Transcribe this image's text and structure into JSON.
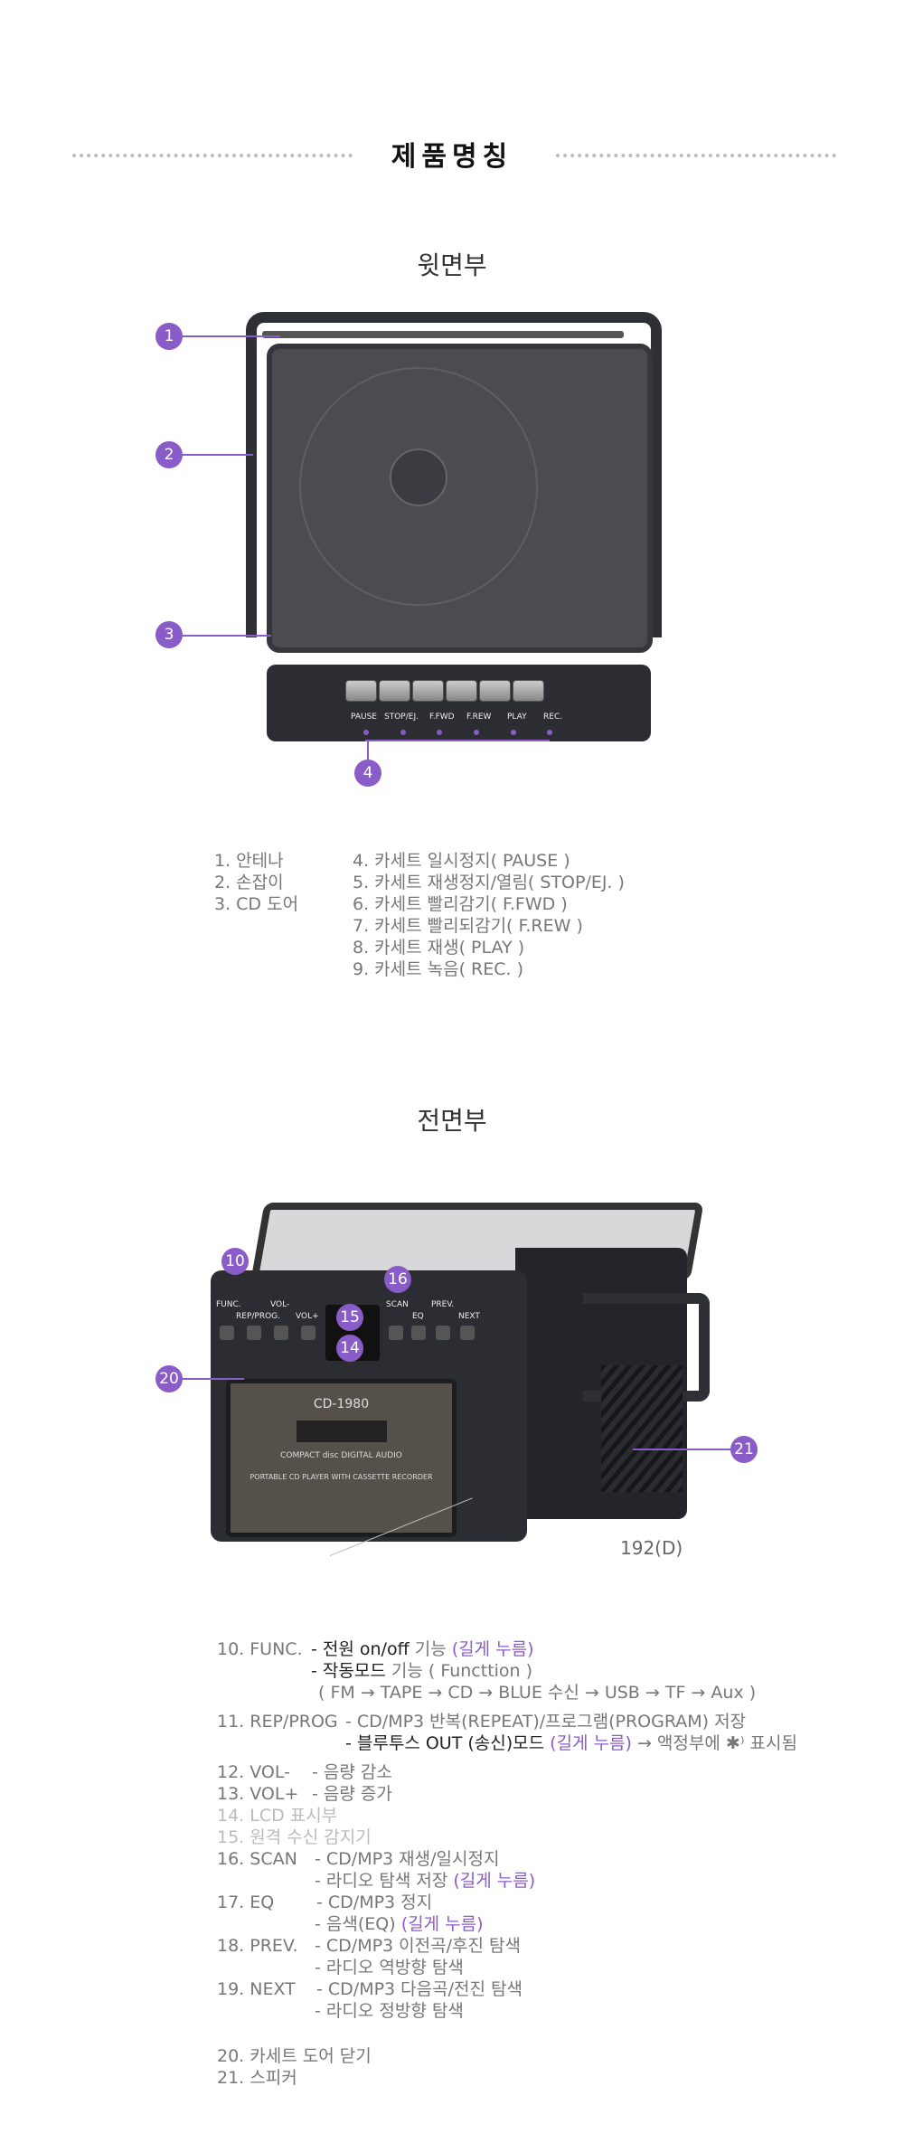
{
  "header": {
    "title": "제품명칭"
  },
  "top_view": {
    "heading": "윗면부",
    "callouts": [
      "1",
      "2",
      "3",
      "4"
    ],
    "buttons": [
      "PAUSE",
      "STOP/EJ.",
      "F.FWD",
      "F.REW",
      "PLAY",
      "REC."
    ],
    "list_col1": [
      "1. 안테나",
      "2. 손잡이",
      "3. CD 도어"
    ],
    "list_col2": [
      "4. 카세트 일시정지( PAUSE )",
      "5. 카세트 재생정지/열림( STOP/EJ. )",
      "6. 카세트 빨리감기( F.FWD )",
      "7. 카세트 빨리되감기( F.REW )",
      "8. 카세트 재생( PLAY )",
      "9. 카세트 녹음( REC. )"
    ]
  },
  "front_view": {
    "heading": "전면부",
    "callouts": [
      "10",
      "14",
      "15",
      "16",
      "20",
      "21"
    ],
    "left_buttons": [
      "FUNC.",
      "REP/PROG.",
      "VOL-",
      "VOL+"
    ],
    "right_buttons": [
      "SCAN",
      "EQ",
      "PREV.",
      "NEXT"
    ],
    "model": "CD-1980",
    "disc_logo": "COMPACT disc DIGITAL AUDIO",
    "door_text": "PORTABLE CD PLAYER WITH CASSETTE RECORDER",
    "dimension": "192(D)"
  },
  "descriptions": {
    "f10": {
      "label": "10. FUNC.",
      "l1a": "- 전원 on/off",
      "l1b": " 기능 ",
      "l1c": "(길게 누름)",
      "l2a": "- 작동모드",
      "l2b": " 기능 ( Functtion )",
      "l3": "( FM → TAPE → CD → BLUE 수신 → USB → TF → Aux )"
    },
    "f11": {
      "label": "11. REP/PROG",
      "l1": "- CD/MP3 반복(REPEAT)/프로그램(PROGRAM) 저장",
      "l2a": "- 블루투스 OUT (송신)모드",
      "l2b": " (길게 누름)",
      "l2c": " → 액정부에 ",
      "l2d": " 표시됨"
    },
    "f12": {
      "label": "12. VOL-",
      "l1": "- 음량 감소"
    },
    "f13": {
      "label": "13. VOL+",
      "l1": "- 음량 증가"
    },
    "f14": {
      "label": "14. LCD 표시부"
    },
    "f15": {
      "label": "15. 원격 수신 감지기"
    },
    "f16": {
      "label": "16. SCAN",
      "l1": "- CD/MP3 재생/일시정지",
      "l2a": "- 라디오 탐색 저장",
      "l2b": " (길게 누름)"
    },
    "f17": {
      "label": "17. EQ",
      "l1": "- CD/MP3 정지",
      "l2a": "- 음색(EQ)",
      "l2b": " (길게 누름)"
    },
    "f18": {
      "label": "18. PREV.",
      "l1": "- CD/MP3 이전곡/후진 탐색",
      "l2": "- 라디오 역방향 탐색"
    },
    "f19": {
      "label": "19. NEXT",
      "l1": "- CD/MP3 다음곡/전진 탐색",
      "l2": "- 라디오 정방향 탐색"
    },
    "f20": {
      "label": "20. 카세트 도어 닫기"
    },
    "f21": {
      "label": "21. 스피커"
    }
  },
  "colors": {
    "accent": "#8a5cc7",
    "body": "#2b2d33"
  }
}
